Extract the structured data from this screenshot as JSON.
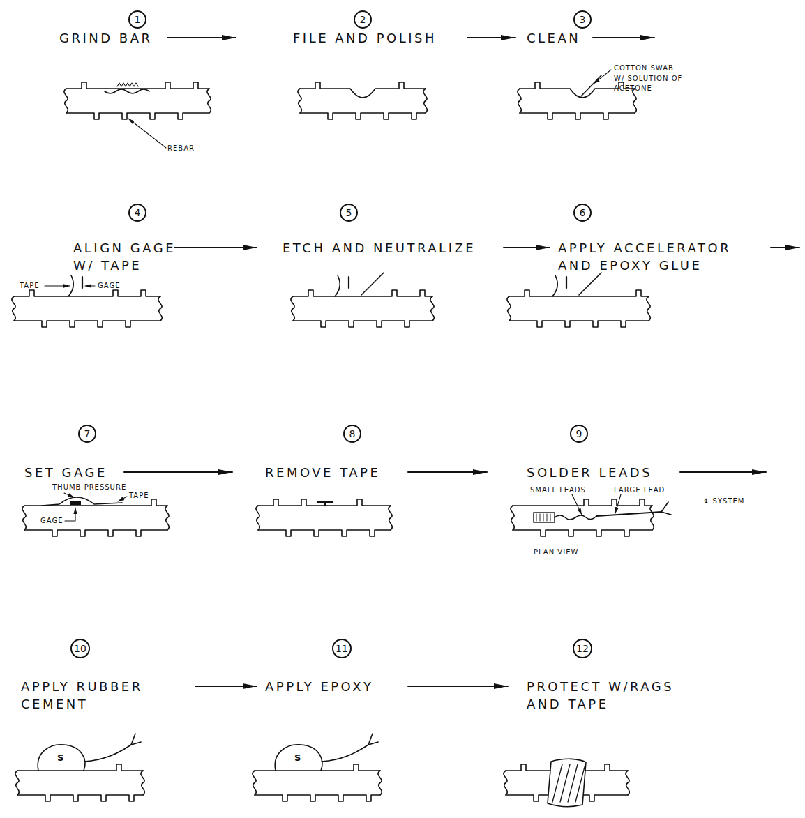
{
  "diagram": {
    "nodes": [
      {
        "text": [
          "1"
        ]
      },
      {
        "text": [
          "2"
        ]
      },
      {
        "text": [
          "3"
        ]
      },
      {
        "text": [
          "4"
        ]
      },
      {
        "text": [
          "5"
        ]
      },
      {
        "text": [
          "6"
        ]
      },
      {
        "text": [
          "7"
        ]
      },
      {
        "text": [
          "8"
        ]
      },
      {
        "text": [
          "9"
        ]
      },
      {
        "text": [
          "10"
        ]
      },
      {
        "text": [
          "11"
        ]
      },
      {
        "text": [
          "12"
        ]
      }
    ],
    "labels": [
      "GRIND BAR",
      "FILE AND POLISH",
      "CLEAN",
      "REBAR",
      "COTTON SWAB W/ SOLUTION OF ACETONE",
      "ALIGN GAGE W/ TAPE",
      "ETCH AND NEUTRALIZE",
      "APPLY ACCELERATOR AND EPOXY GLUE",
      "TAPE",
      "GAGE",
      "SET GAGE",
      "REMOVE TAPE",
      "SOLDER LEADS",
      "THUMB PRESSURE",
      "TAPE",
      "GAGE",
      "SMALL LEADS",
      "LARGE LEAD",
      "℄ SYSTEM",
      "PLAN VIEW",
      "APPLY RUBBER CEMENT",
      "APPLY EPOXY",
      "PROTECT W/RAGS AND TAPE",
      "S",
      "S"
    ]
  }
}
